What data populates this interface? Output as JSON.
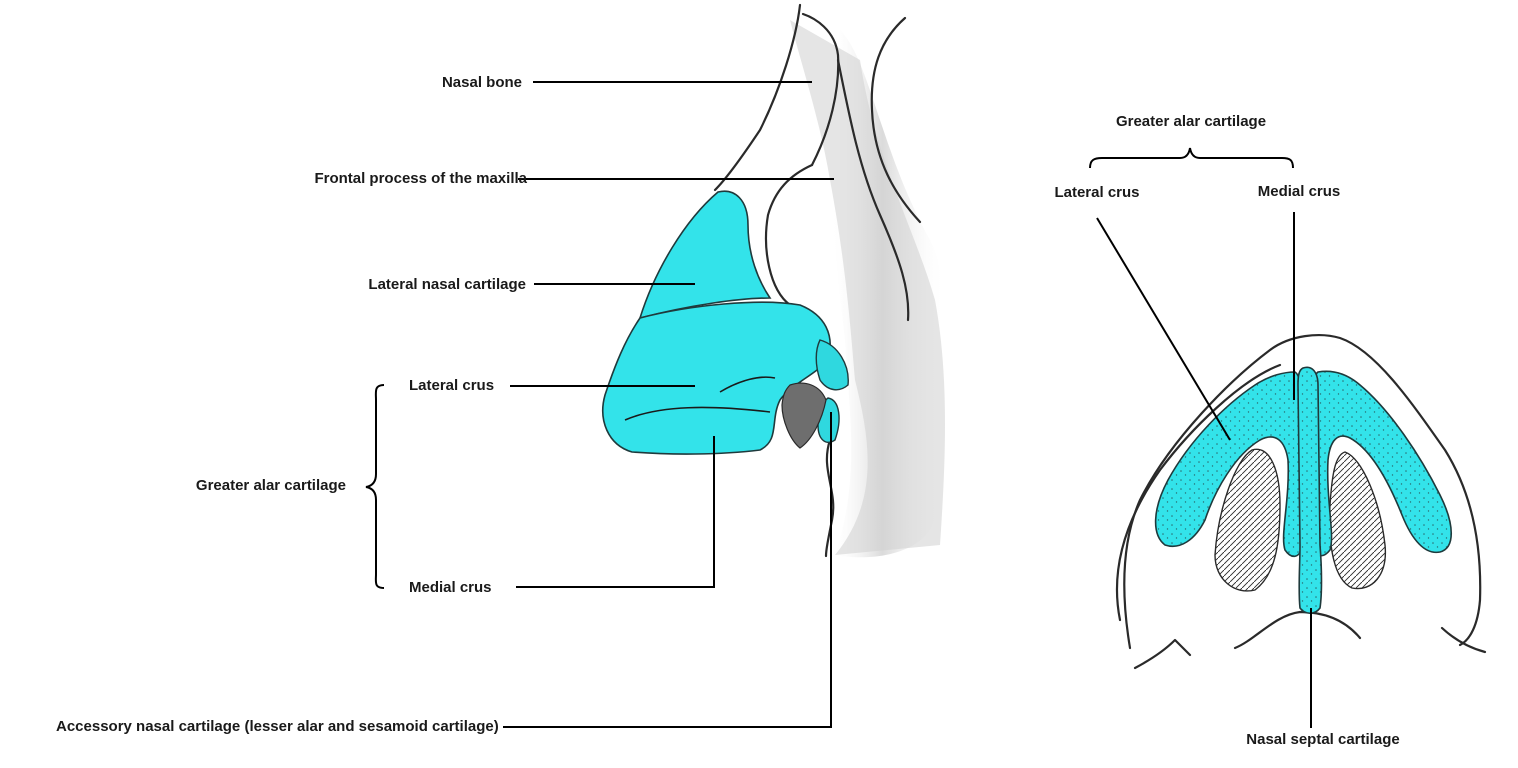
{
  "lateral_view": {
    "labels": {
      "nasal_bone": "Nasal bone",
      "frontal_process": "Frontal process of the maxilla",
      "lateral_nasal_cartilage": "Lateral nasal cartilage",
      "lateral_crus": "Lateral crus",
      "greater_alar_cartilage": "Greater alar cartilage",
      "medial_crus": "Medial crus",
      "accessory_nasal_cartilage": "Accessory nasal cartilage (lesser alar and sesamoid cartilage)"
    }
  },
  "basal_view": {
    "labels": {
      "greater_alar_cartilage": "Greater alar cartilage",
      "lateral_crus": "Lateral crus",
      "medial_crus": "Medial crus",
      "nasal_septal_cartilage": "Nasal septal cartilage"
    }
  },
  "colors": {
    "cartilage": "#33e3ea",
    "outline": "#2a2a2a",
    "leader_line": "#000000",
    "bone_shading": "#c9c9c9"
  }
}
